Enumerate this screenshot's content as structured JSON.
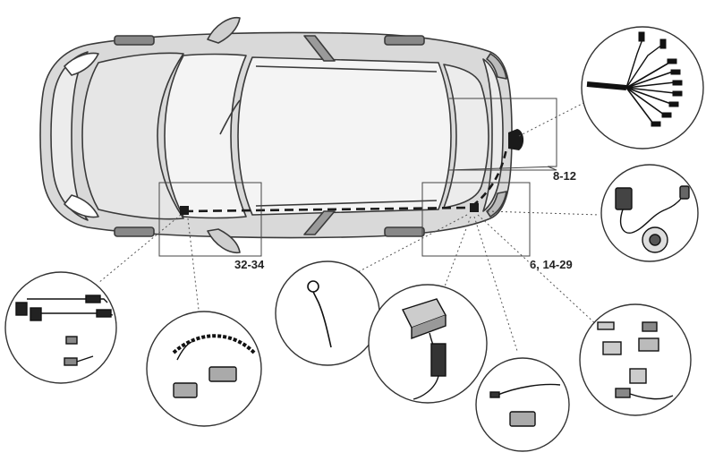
{
  "labels": {
    "rear_harness": "8-12",
    "left_side": "32-34",
    "right_side": "6, 14-29"
  },
  "colors": {
    "outline": "#3a3a3a",
    "body_fill": "#d9d9d9",
    "body_light": "#ececec",
    "glass": "#f4f4f4",
    "harness": "#1a1a1a",
    "leader": "#555555"
  },
  "icons": [
    "wiring-harness-bundle-icon",
    "relay-buzzer-icon",
    "fuse-tap-adapter-icon",
    "ring-terminal-wire-icon",
    "control-module-icon",
    "wire-clips-icon",
    "single-clip-wire-icon",
    "connector-set-icon"
  ]
}
